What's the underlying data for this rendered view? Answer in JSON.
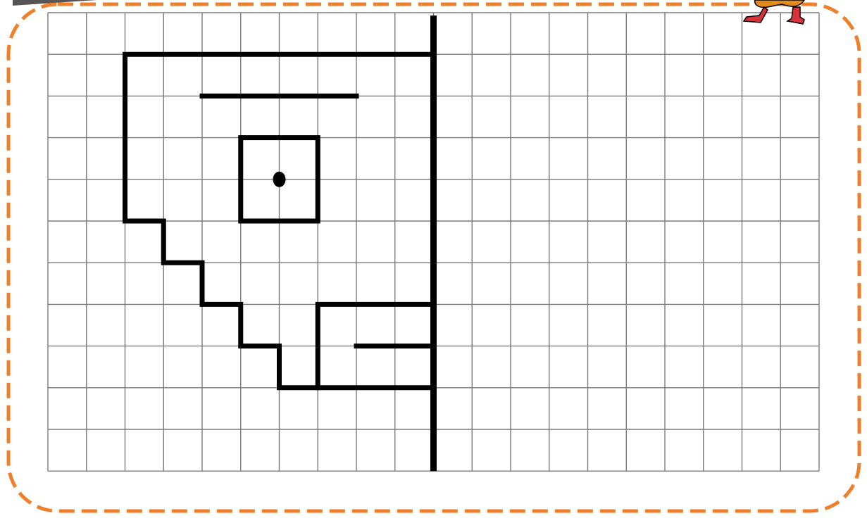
{
  "frame": {
    "border_color": "#f07f2a",
    "border_style": "dashed"
  },
  "grid": {
    "columns": 20,
    "rows": 11,
    "line_color": "#7a7a7a"
  },
  "symmetry_axis": {
    "column": 10,
    "color": "#000000"
  },
  "figure": {
    "color": "#000000",
    "outline_points": [
      [
        2,
        1
      ],
      [
        10,
        1
      ],
      [
        10,
        7
      ],
      [
        7,
        7
      ],
      [
        7,
        9
      ],
      [
        6,
        9
      ],
      [
        6,
        8
      ],
      [
        5,
        8
      ],
      [
        5,
        7
      ],
      [
        4,
        7
      ],
      [
        4,
        6
      ],
      [
        3,
        6
      ],
      [
        3,
        5
      ],
      [
        2,
        5
      ],
      [
        2,
        1
      ]
    ],
    "segments": [
      {
        "from": [
          4,
          2
        ],
        "to": [
          8,
          2
        ]
      },
      {
        "from": [
          8,
          8
        ],
        "to": [
          10,
          8
        ]
      },
      {
        "from": [
          10,
          9
        ],
        "to": [
          7,
          9
        ]
      }
    ],
    "square": {
      "from": [
        5,
        3
      ],
      "to": [
        7,
        5
      ]
    },
    "dot": [
      6,
      4
    ]
  },
  "decorations": {
    "corner_character": "orange-character-with-red-boots",
    "corner_banner": "gray-banner"
  }
}
